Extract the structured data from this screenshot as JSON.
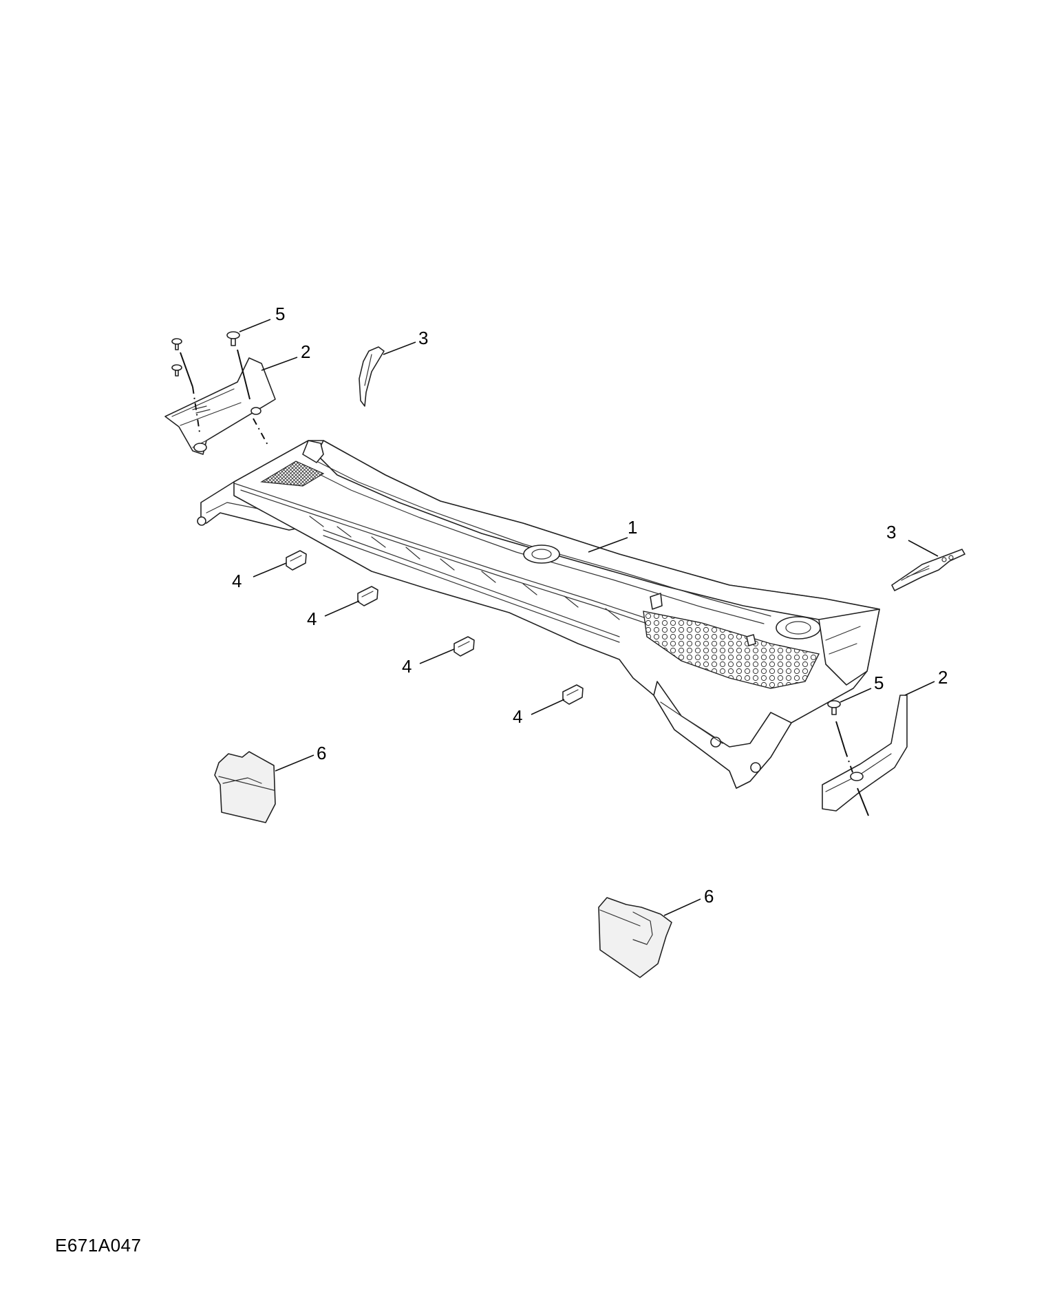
{
  "figure": {
    "code": "E671A047"
  },
  "callouts": {
    "c1": "1",
    "c2a": "2",
    "c2b": "2",
    "c3a": "3",
    "c3b": "3",
    "c4a": "4",
    "c4b": "4",
    "c4c": "4",
    "c4d": "4",
    "c5a": "5",
    "c5b": "5",
    "c6a": "6",
    "c6b": "6"
  },
  "colors": {
    "line": "#222222",
    "background": "#ffffff"
  }
}
